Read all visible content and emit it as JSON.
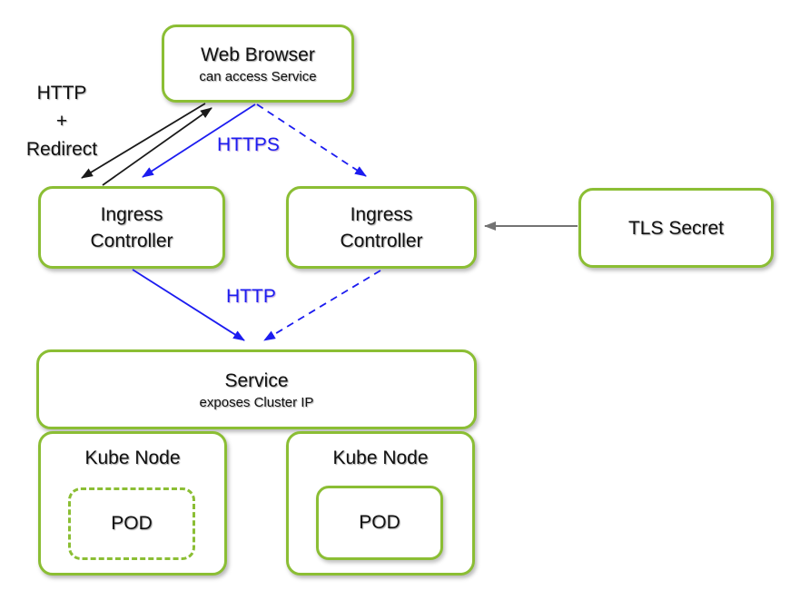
{
  "colors": {
    "green": "#8BBE34",
    "blue": "#1C1CF0",
    "gray": "#737373",
    "text": "#1a1a1a"
  },
  "nodes": {
    "web_browser": {
      "title": "Web Browser",
      "subtitle": "can access Service"
    },
    "ingress_left": {
      "line1": "Ingress",
      "line2": "Controller"
    },
    "ingress_right": {
      "line1": "Ingress",
      "line2": "Controller"
    },
    "tls_secret": {
      "title": "TLS Secret"
    },
    "service": {
      "title": "Service",
      "subtitle": "exposes Cluster IP"
    },
    "kube_node_left": {
      "title": "Kube Node",
      "pod": "POD"
    },
    "kube_node_right": {
      "title": "Kube Node",
      "pod": "POD"
    }
  },
  "labels": {
    "http_redirect_line1": "HTTP",
    "http_redirect_line2": "+",
    "http_redirect_line3": "Redirect",
    "https": "HTTPS",
    "http": "HTTP"
  },
  "arrows": {
    "browser_to_ingress_left_black": "solid black, Web Browser to left Ingress Controller",
    "ingress_left_to_browser_black": "solid black, left Ingress Controller to Web Browser",
    "browser_to_ingress_left_blue": "solid blue, Web Browser to left Ingress Controller",
    "browser_to_ingress_right_blue_dashed": "dashed blue, Web Browser to right Ingress Controller",
    "tls_secret_to_ingress_right_gray": "solid gray, TLS Secret to right Ingress Controller",
    "ingress_left_to_service_blue": "solid blue, left Ingress Controller to Service",
    "ingress_right_to_service_blue_dashed": "dashed blue, right Ingress Controller to Service"
  }
}
